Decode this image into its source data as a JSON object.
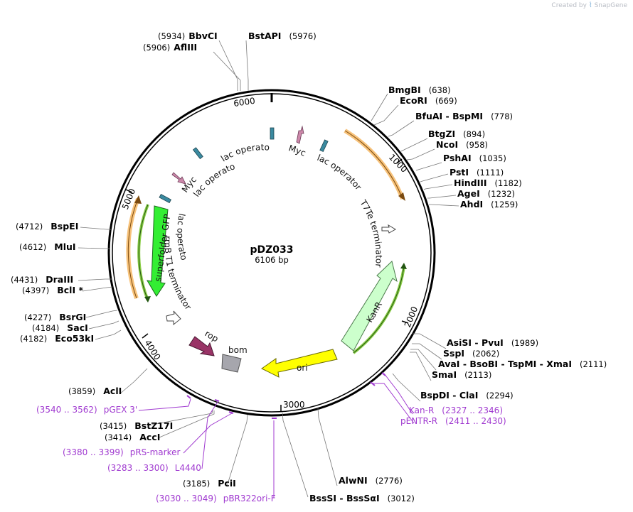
{
  "watermark": {
    "created_by": "Created by",
    "app": "SnapGene"
  },
  "plasmid": {
    "name": "pDZ033",
    "length": 6106,
    "length_label": "6106 bp"
  },
  "ticks": [
    "1000",
    "2000",
    "3000",
    "4000",
    "5000",
    "6000"
  ],
  "sites": [
    {
      "name": "BbvCI",
      "pos": "(5934)",
      "loc": 5934
    },
    {
      "name": "AflIII",
      "pos": "(5906)",
      "loc": 5906
    },
    {
      "name": "BstAPI",
      "pos": "(5976)",
      "loc": 5976
    },
    {
      "name": "BmgBI",
      "pos": "(638)",
      "loc": 638
    },
    {
      "name": "EcoRI",
      "pos": "(669)",
      "loc": 669
    },
    {
      "name": "BfuAI - BspMI",
      "pos": "(778)",
      "loc": 778
    },
    {
      "name": "BtgZI",
      "pos": "(894)",
      "loc": 894
    },
    {
      "name": "NcoI",
      "pos": "(958)",
      "loc": 958
    },
    {
      "name": "PshAI",
      "pos": "(1035)",
      "loc": 1035
    },
    {
      "name": "PstI",
      "pos": "(1111)",
      "loc": 1111
    },
    {
      "name": "HindIII",
      "pos": "(1182)",
      "loc": 1182
    },
    {
      "name": "AgeI",
      "pos": "(1232)",
      "loc": 1232
    },
    {
      "name": "AhdI",
      "pos": "(1259)",
      "loc": 1259
    },
    {
      "name": "AsiSI - PvuI",
      "pos": "(1989)",
      "loc": 1989
    },
    {
      "name": "SspI",
      "pos": "(2062)",
      "loc": 2062
    },
    {
      "name": "AvaI - BsoBI - TspMI - XmaI",
      "pos": "(2111)",
      "loc": 2111
    },
    {
      "name": "SmaI",
      "pos": "(2113)",
      "loc": 2113
    },
    {
      "name": "BspDI - ClaI",
      "pos": "(2294)",
      "loc": 2294
    },
    {
      "name": "AlwNI",
      "pos": "(2776)",
      "loc": 2776
    },
    {
      "name": "BssSI - BssSαI",
      "pos": "(3012)",
      "loc": 3012
    },
    {
      "name": "PciI",
      "pos": "(3185)",
      "loc": 3185
    },
    {
      "name": "AccI",
      "pos": "(3414)",
      "loc": 3414
    },
    {
      "name": "BstZ17I",
      "pos": "(3415)",
      "loc": 3415
    },
    {
      "name": "AclI",
      "pos": "(3859)",
      "loc": 3859
    },
    {
      "name": "Eco53kI",
      "pos": "(4182)",
      "loc": 4182
    },
    {
      "name": "SacI",
      "pos": "(4184)",
      "loc": 4184
    },
    {
      "name": "BsrGI",
      "pos": "(4227)",
      "loc": 4227
    },
    {
      "name": "BclI *",
      "pos": "(4397)",
      "loc": 4397
    },
    {
      "name": "DraIII",
      "pos": "(4431)",
      "loc": 4431
    },
    {
      "name": "MluI",
      "pos": "(4612)",
      "loc": 4612
    },
    {
      "name": "BspEI",
      "pos": "(4712)",
      "loc": 4712
    }
  ],
  "primers": [
    {
      "name": "Kan-R",
      "range": "(2327 .. 2346)"
    },
    {
      "name": "pENTR-R",
      "range": "(2411 .. 2430)"
    },
    {
      "name": "pBR322ori-F",
      "range": "(3030 .. 3049)"
    },
    {
      "name": "L4440",
      "range": "(3283 .. 3300)"
    },
    {
      "name": "pRS-marker",
      "range": "(3380 .. 3399)"
    },
    {
      "name": "pGEX 3'",
      "range": "(3540 .. 3562)"
    }
  ],
  "features": {
    "myc_1": "Myc",
    "myc_2": "Myc",
    "lac_op_1": "lac operator",
    "lac_op_2": "lac operator",
    "lac_op_3": "lac operator",
    "lac_op_4": "lac operator",
    "t7te": "T7Te terminator",
    "kanr": "KanR",
    "ori": "ori",
    "bom": "bom",
    "rop": "rop",
    "rrnb": "rrnB T1 terminator",
    "gfp": "superfolder GFP"
  },
  "colors": {
    "backbone": "#000000",
    "gfp": "#33ee33",
    "kanr": "#ccffcc",
    "ori": "#ffff00",
    "rop": "#993366",
    "bom": "#a6a6ad",
    "myc": "#cc88aa",
    "lac_operator": "#3a8aa0",
    "orf_highlight": "#f7c27a",
    "primer": "#a03ad0"
  }
}
